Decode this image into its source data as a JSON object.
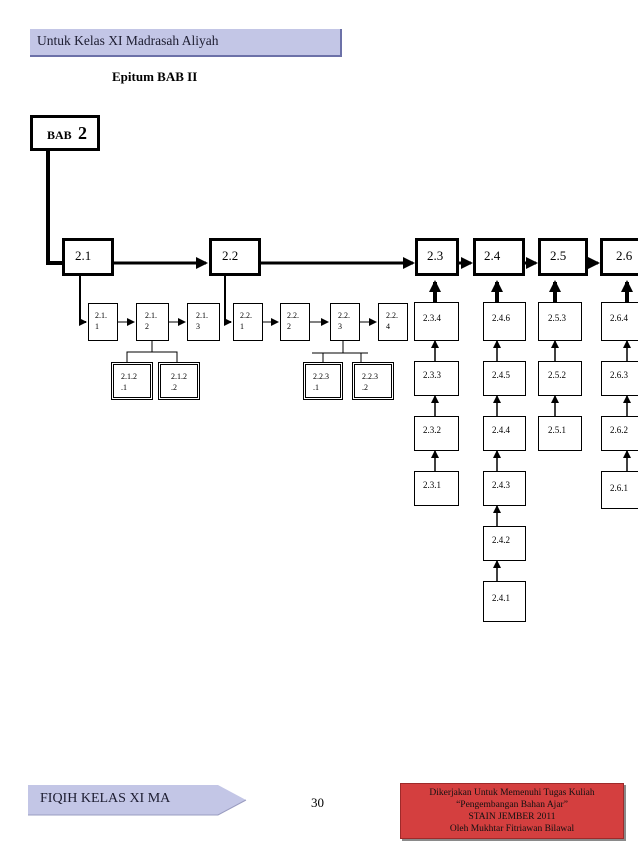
{
  "header": {
    "banner_text": "Untuk Kelas XI Madrasah Aliyah",
    "title": "Epitum BAB II"
  },
  "diagram": {
    "root": {
      "word": "BAB",
      "num": "2"
    },
    "main_nodes": [
      "2.1",
      "2.2",
      "2.3",
      "2.4",
      "2.5",
      "2.6"
    ],
    "sub_2_1": [
      "2.1.\n1",
      "2.1.\n2",
      "2.1.\n3"
    ],
    "sub_2_1_2": [
      "2.1.2\n.1",
      "2.1.2\n.2"
    ],
    "sub_2_2": [
      "2.2.\n1",
      "2.2.\n2",
      "2.2.\n3",
      "2.2.\n4"
    ],
    "sub_2_2_3": [
      "2.2.3\n.1",
      "2.2.3\n.2"
    ],
    "col_2_3": [
      "2.3.4",
      "2.3.3",
      "2.3.2",
      "2.3.1"
    ],
    "col_2_4": [
      "2.4.6",
      "2.4.5",
      "2.4.4",
      "2.4.3",
      "2.4.2",
      "2.4.1"
    ],
    "col_2_5": [
      "2.5.3",
      "2.5.2",
      "2.5.1"
    ],
    "col_2_6": [
      "2.6.4",
      "2.6.3",
      "2.6.2",
      "2.6.1"
    ]
  },
  "footer": {
    "left_text": "FIQIH KELAS XI MA",
    "page_number": "30",
    "right_lines": [
      "Dikerjakan Untuk Memenuhi Tugas Kuliah",
      "“Pengembangan Bahan Ajar”",
      "STAIN JEMBER 2011",
      "Oleh Mukhtar Fitriawan Bilawal"
    ]
  },
  "colors": {
    "banner": "#c3c6e6",
    "footer_box": "#d43f3f"
  }
}
